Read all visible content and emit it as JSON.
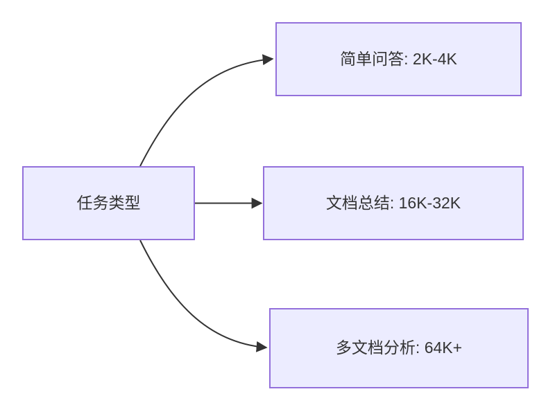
{
  "diagram": {
    "type": "flowchart",
    "direction": "left-to-right",
    "nodes": [
      {
        "id": "root",
        "label": "任务类型"
      },
      {
        "id": "qa",
        "label": "简单问答: 2K-4K"
      },
      {
        "id": "summary",
        "label": "文档总结: 16K-32K"
      },
      {
        "id": "multi",
        "label": "多文档分析: 64K+"
      }
    ],
    "edges": [
      {
        "from": "root",
        "to": "qa"
      },
      {
        "from": "root",
        "to": "summary"
      },
      {
        "from": "root",
        "to": "multi"
      }
    ]
  },
  "colors": {
    "node_fill": "#ECECFF",
    "node_border": "#9370DB",
    "edge_color": "#333333",
    "text_color": "#333333",
    "bg": "#FFFFFF"
  }
}
